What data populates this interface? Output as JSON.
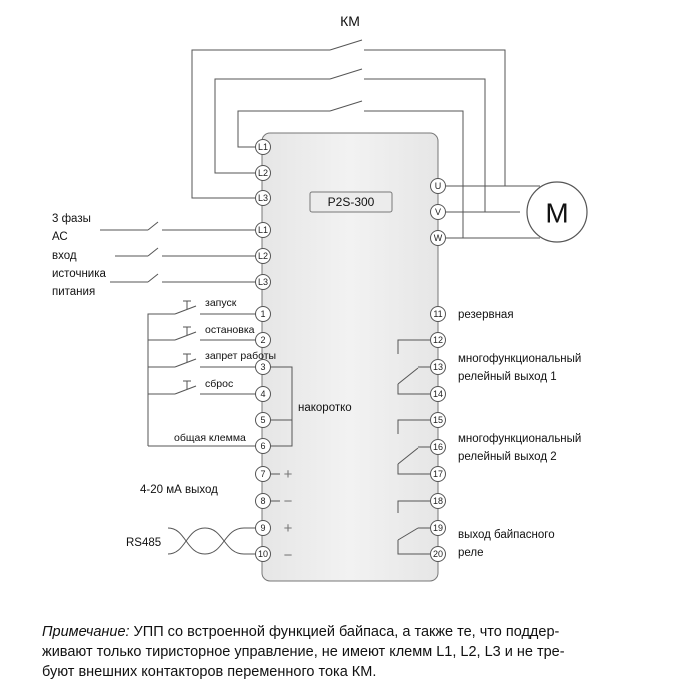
{
  "contactor_label": "КМ",
  "model_label": "P2S-300",
  "motor_label": "M",
  "terminals": {
    "top": [
      "L1",
      "L2",
      "L3"
    ],
    "input": [
      "L1",
      "L2",
      "L3"
    ],
    "output": [
      "U",
      "V",
      "W"
    ],
    "left": [
      "1",
      "2",
      "3",
      "4",
      "5",
      "6",
      "7",
      "8",
      "9",
      "10"
    ],
    "right": [
      "11",
      "12",
      "13",
      "14",
      "15",
      "16",
      "17",
      "18",
      "19",
      "20"
    ]
  },
  "input_label": [
    "3 фазы",
    "АС",
    "вход",
    "источника",
    "питания"
  ],
  "control_labels": {
    "start": "запуск",
    "stop": "остановка",
    "inhibit": "запрет работы",
    "reset": "сброс",
    "short": "накоротко",
    "common": "общая клемма",
    "analog_out": "4-20 мА выход",
    "rs485": "RS485",
    "plus": "+",
    "minus": "−"
  },
  "output_labels": {
    "reserved": "резервная",
    "relay1": [
      "многофункциональный",
      "релейный выход 1"
    ],
    "relay2": [
      "многофункциональный",
      "релейный выход 2"
    ],
    "bypass": [
      "выход байпасного",
      "реле"
    ]
  },
  "note": {
    "prefix": "Примечание:",
    "line1": " УПП со встроенной функцией байпаса, а также те, что поддер-",
    "line2": "живают только тиристорное управление, не имеют клемм L1, L2, L3 и не тре-",
    "line3": "буют внешних контакторов переменного тока КМ."
  }
}
